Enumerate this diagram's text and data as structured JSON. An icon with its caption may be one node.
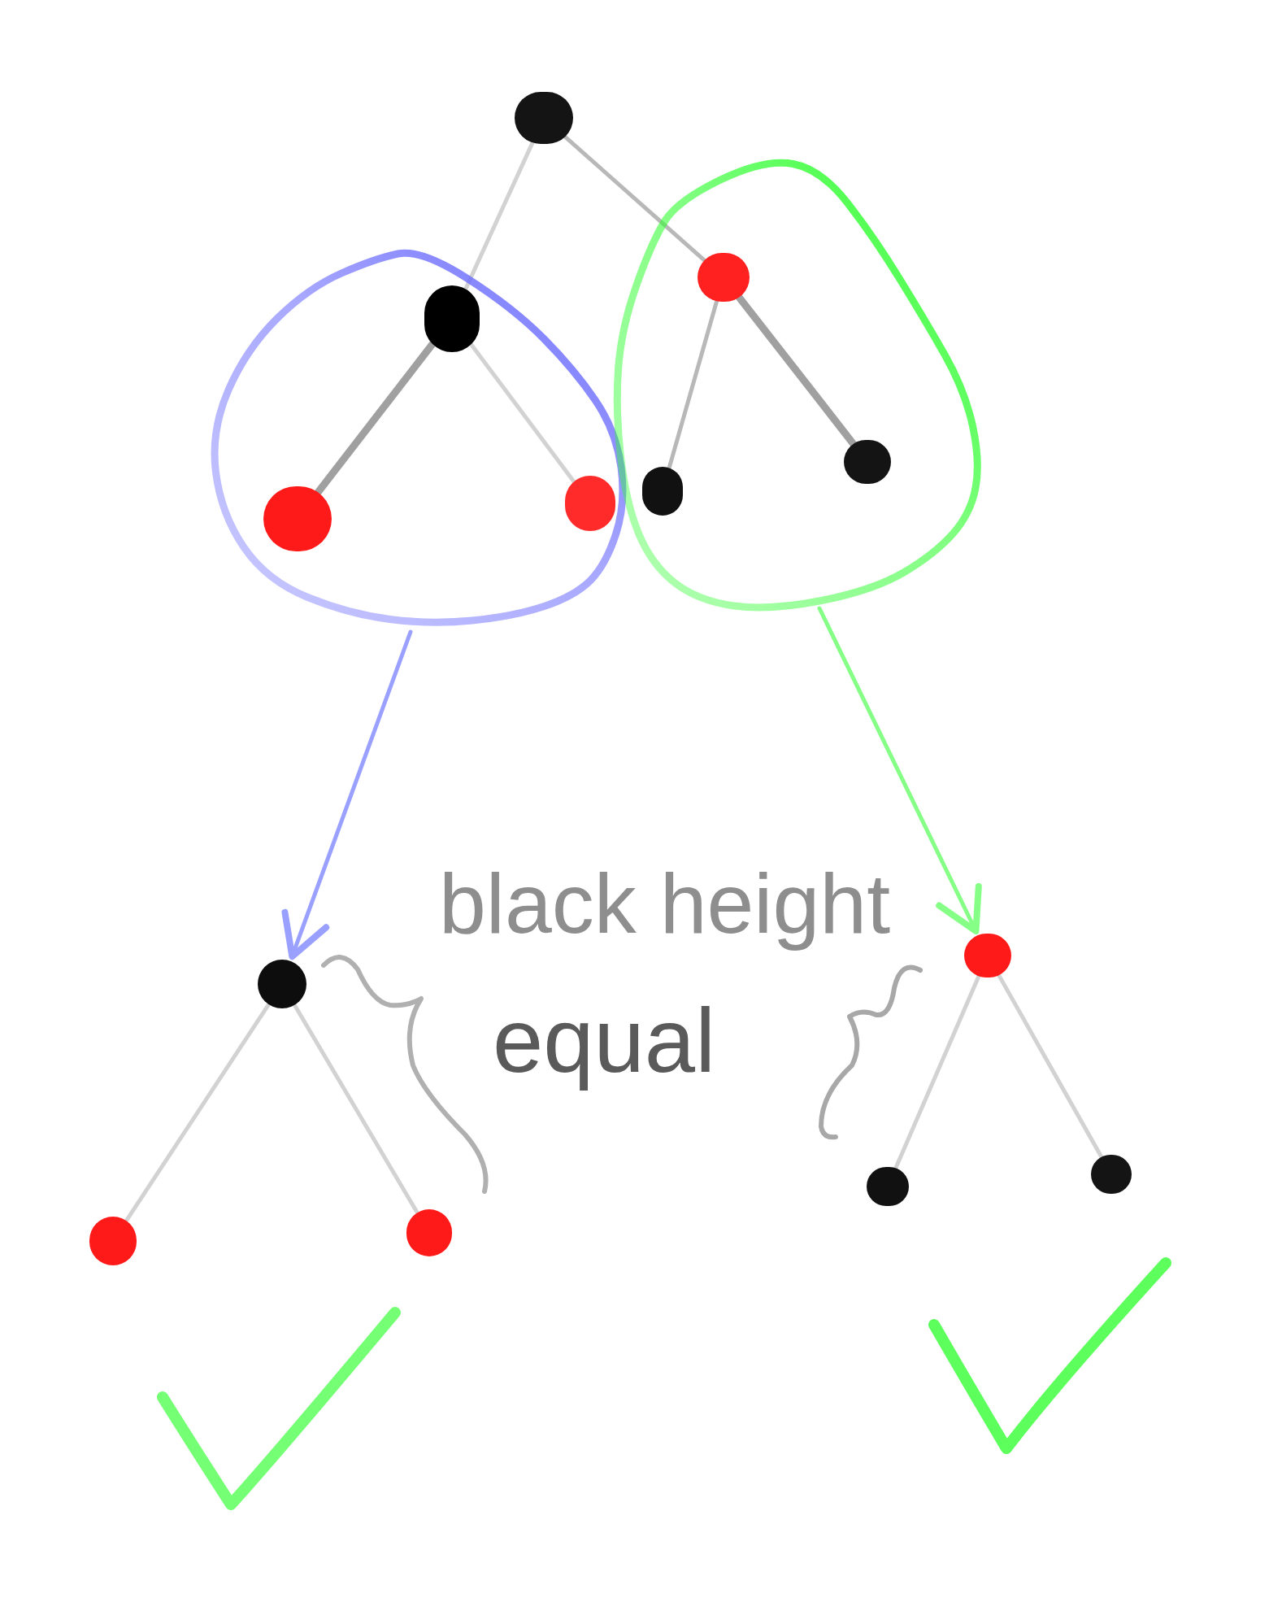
{
  "diagram": {
    "nodes": [
      {
        "text": [],
        "shape": "circle"
      },
      {
        "text": [],
        "shape": "circle"
      },
      {
        "text": [],
        "shape": "circle",
        "in": 1
      },
      {
        "text": [],
        "shape": "circle",
        "in": 1
      },
      {
        "text": [],
        "shape": "circle",
        "in": 1
      },
      {
        "text": [],
        "shape": "circle"
      },
      {
        "text": [],
        "shape": "circle",
        "in": 5
      },
      {
        "text": [],
        "shape": "circle",
        "in": 5
      },
      {
        "text": [],
        "shape": "circle",
        "in": 5
      },
      {
        "text": [],
        "shape": "circle"
      },
      {
        "text": [],
        "shape": "circle"
      },
      {
        "text": [],
        "shape": "circle"
      },
      {
        "text": [],
        "shape": "circle"
      },
      {
        "text": [],
        "shape": "circle"
      },
      {
        "text": [],
        "shape": "circle"
      }
    ],
    "edges": [
      {
        "from": 0,
        "to": 2,
        "arrow": "none"
      },
      {
        "from": 0,
        "to": 6,
        "arrow": "none",
        "color": "#b8b8b8"
      },
      {
        "from": 2,
        "to": 3,
        "arrow": "none",
        "style": "thick",
        "color": "#a0a0a0"
      },
      {
        "from": 2,
        "to": 4,
        "arrow": "none"
      },
      {
        "from": 6,
        "to": 7,
        "arrow": "none",
        "color": "#b8b8b8"
      },
      {
        "from": 6,
        "to": 8,
        "arrow": "none",
        "style": "thick",
        "color": "#a0a0a0"
      },
      {
        "from": 1,
        "to": 9,
        "arrow": "to",
        "color": "#9aa0ff"
      },
      {
        "from": 5,
        "to": 12,
        "arrow": "to",
        "color": "#86ff86"
      },
      {
        "from": 9,
        "to": 10,
        "arrow": "none"
      },
      {
        "from": 9,
        "to": 11,
        "arrow": "none"
      },
      {
        "from": 12,
        "to": 13,
        "arrow": "none"
      },
      {
        "from": 12,
        "to": 14,
        "arrow": "none"
      }
    ],
    "labels": [
      "black height",
      "equal"
    ]
  }
}
